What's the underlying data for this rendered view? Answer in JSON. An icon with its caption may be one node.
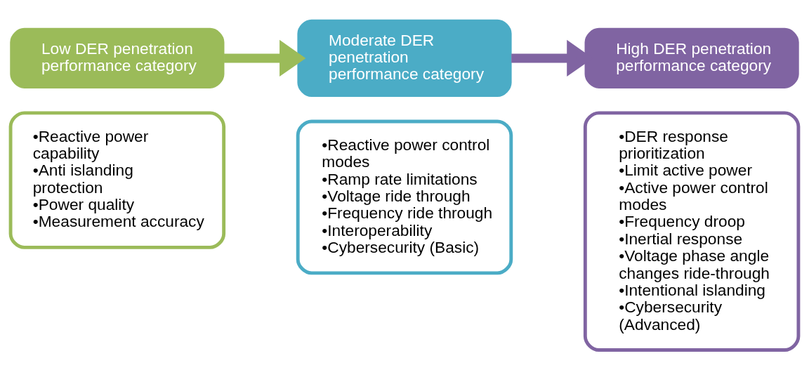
{
  "diagram": {
    "nodes": [
      {
        "text": [
          "Low DER penetration performance category"
        ]
      },
      {
        "text": [
          "•Reactive power capability",
          "•Anti islanding protection",
          "•Power quality",
          "•Measurement accuracy"
        ]
      },
      {
        "text": [
          "Moderate DER penetration performance category"
        ]
      },
      {
        "text": [
          "•Reactive power control modes",
          "•Ramp rate limitations",
          "•Voltage ride through",
          "•Frequency ride through",
          "•Interoperability",
          "•Cybersecurity (Basic)"
        ]
      },
      {
        "text": [
          "High DER penetration performance category"
        ]
      },
      {
        "text": [
          "•DER response prioritization",
          "•Limit active power",
          "•Active power control modes",
          "•Frequency droop",
          "•Inertial response",
          "•Voltage phase angle changes ride-through",
          "•Intentional islanding",
          "•Cybersecurity (Advanced)"
        ]
      }
    ],
    "edges": [
      {
        "from": 0,
        "to": 2,
        "arrow": "to",
        "color": "#9bbb59"
      },
      {
        "from": 2,
        "to": 4,
        "arrow": "to",
        "color": "#8064a2"
      }
    ]
  }
}
